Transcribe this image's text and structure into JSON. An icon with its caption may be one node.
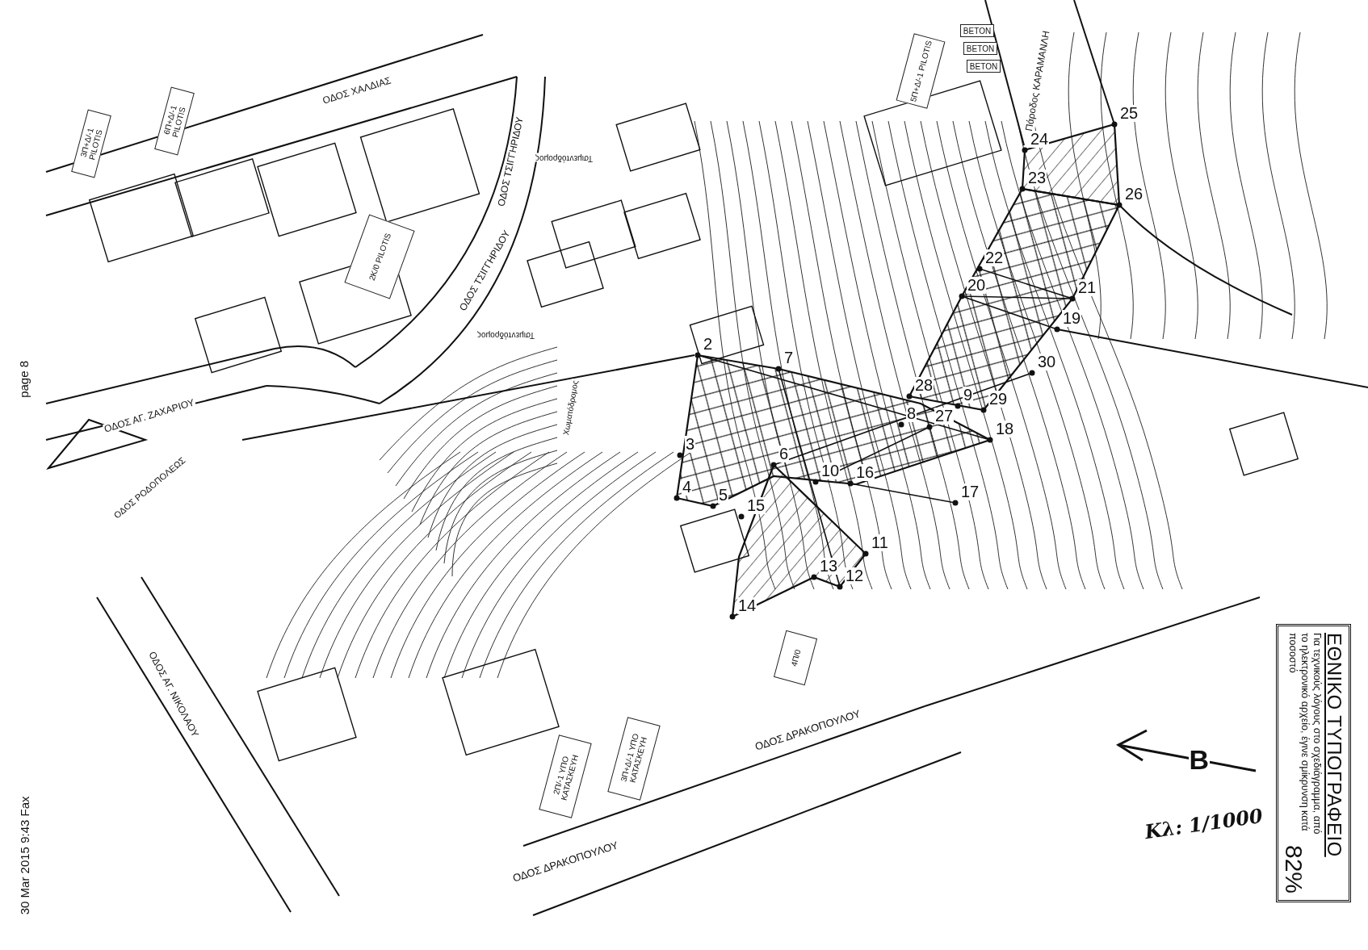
{
  "diagram": {
    "nodes": [
      {
        "text": [
          "3Π+Δ/-1 PILOTIS"
        ]
      },
      {
        "text": [
          "6Π+Δ/-1 PILOTIS"
        ]
      },
      {
        "text": [
          "2K/0 PILOTIS"
        ]
      },
      {
        "text": [
          "ΒΕΤΟΝ"
        ]
      },
      {
        "text": [
          "ΒΕΤΟΝ"
        ]
      },
      {
        "text": [
          "ΒΕΤΟΝ"
        ]
      },
      {
        "text": [
          "5Π+Δ/-1 PILOTIS"
        ]
      },
      {
        "text": [
          "3Π+Δ/-1 ΥΠΟ ΚΑΤΑΣΚΕΥΗ"
        ]
      },
      {
        "text": [
          "2Π/-1 ΥΠΟ ΚΑΤΑΣΚΕΥΗ"
        ]
      },
      {
        "text": [
          "4Π/0"
        ]
      },
      {
        "text": [
          "ΕΘΝΙΚΟ ΤΥΠΟΓΡΑΦΕΙΟ",
          "Για τεχνικούς λόγους στο σχεδιάγραμμα, από το ηλεκτρονικό αρχείο, έγινε σμίκρυνση κατά ποσοστό",
          "82%"
        ]
      }
    ],
    "labels": [
      "page 8",
      "30 Mar 2015 9:43 Fax",
      "ΟΔΟΣ ΧΑΛΔΙΑΣ",
      "ΟΔΟΣ ΤΣΙΓΓΗΡΙΔΟΥ",
      "ΟΔΟΣ ΤΣΙΓΓΗΡΙΔΟΥ",
      "Τσιμεντόδρομος",
      "Τσιμεντόδρομος",
      "Πάροδος ΚΑΡΑΜΑΝΛΗ",
      "Χωματόδρομος",
      "ΟΔΟΣ ΑΓ. ΖΑΧΑΡΙΟΥ",
      "ΟΔΟΣ ΡΟΔΟΠΟΛΕΩΣ",
      "ΟΔΟΣ ΑΓ. ΝΙΚΟΛΑΟΥ",
      "ΟΔΟΣ ΔΡΑΚΟΠΟΥΛΟΥ",
      "ΟΔΟΣ ΔΡΑΚΟΠΟΥΛΟΥ",
      "Κλ: 1/1000",
      "Β",
      "25",
      "24",
      "23",
      "26",
      "22",
      "20",
      "21",
      "19",
      "2",
      "7",
      "30",
      "28",
      "9",
      "29",
      "8",
      "27",
      "18",
      "3",
      "6",
      "10",
      "16",
      "17",
      "4",
      "5",
      "15",
      "11",
      "13",
      "12",
      "14"
    ]
  }
}
